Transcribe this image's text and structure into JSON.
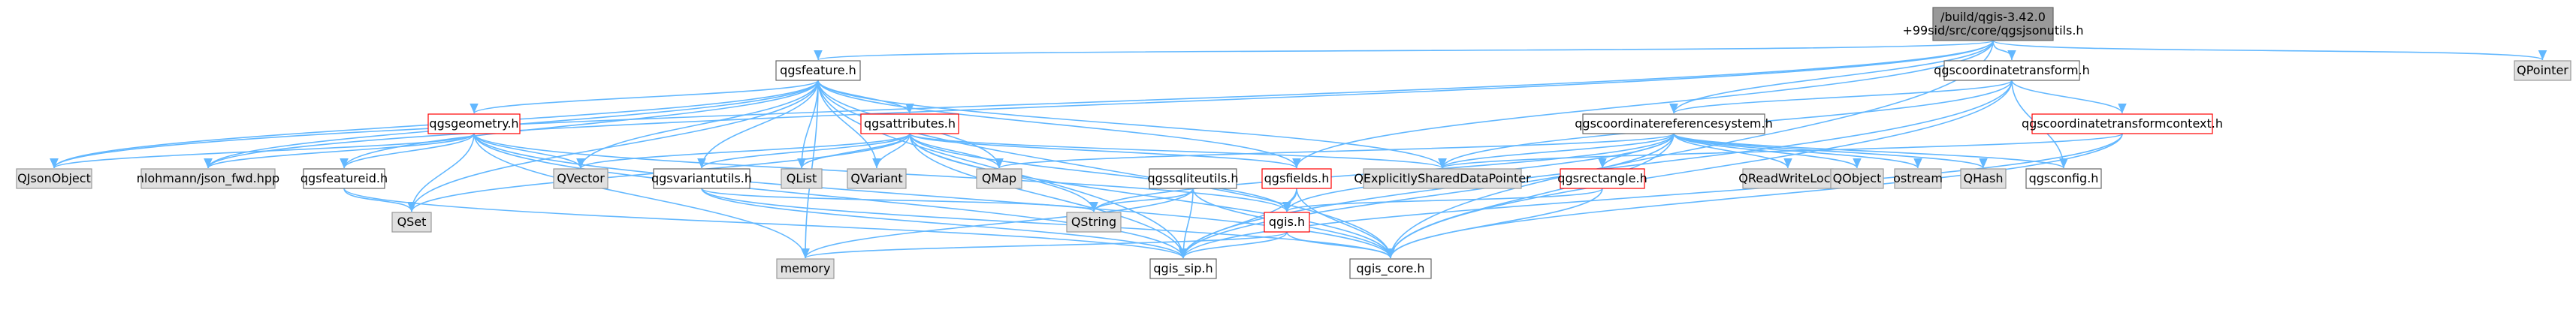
{
  "colors": {
    "edge": "#63b8ff",
    "root_fill": "#999999",
    "root_border": "#666666",
    "doc_fill": "#ffffff",
    "doc_border": "#666666",
    "red_border": "#ff0000",
    "ext_fill": "#e0e0e0",
    "ext_border": "#999999"
  },
  "nodes": [
    {
      "id": "root",
      "kind": "root",
      "lines": [
        "/build/qgis-3.42.0",
        "+99sid/src/core/qgsjsonutils.h"
      ]
    },
    {
      "id": "qgsfeature",
      "kind": "doc",
      "lines": [
        "qgsfeature.h"
      ]
    },
    {
      "id": "qgscoordinatetransform",
      "kind": "doc",
      "lines": [
        "qgscoordinatetransform.h"
      ]
    },
    {
      "id": "qpointer",
      "kind": "ext",
      "lines": [
        "QPointer"
      ]
    },
    {
      "id": "qgsgeometry",
      "kind": "red",
      "lines": [
        "qgsgeometry.h"
      ]
    },
    {
      "id": "qgsattributes",
      "kind": "red",
      "lines": [
        "qgsattributes.h"
      ]
    },
    {
      "id": "qgscrs",
      "kind": "doc",
      "lines": [
        "qgscoordinatereferencesystem.h"
      ]
    },
    {
      "id": "qgsctcontext",
      "kind": "red",
      "lines": [
        "qgscoordinatetransformcontext.h"
      ]
    },
    {
      "id": "qjsonobject",
      "kind": "ext",
      "lines": [
        "QJsonObject"
      ]
    },
    {
      "id": "nlohmann",
      "kind": "ext",
      "lines": [
        "nlohmann/json_fwd.hpp"
      ]
    },
    {
      "id": "qgsfeatureid",
      "kind": "doc",
      "lines": [
        "qgsfeatureid.h"
      ]
    },
    {
      "id": "qvector",
      "kind": "ext",
      "lines": [
        "QVector"
      ]
    },
    {
      "id": "qgsvariantutils",
      "kind": "doc",
      "lines": [
        "qgsvariantutils.h"
      ]
    },
    {
      "id": "qlist",
      "kind": "ext",
      "lines": [
        "QList"
      ]
    },
    {
      "id": "qvariant",
      "kind": "ext",
      "lines": [
        "QVariant"
      ]
    },
    {
      "id": "qmap",
      "kind": "ext",
      "lines": [
        "QMap"
      ]
    },
    {
      "id": "qgssqliteutils",
      "kind": "doc",
      "lines": [
        "qgssqliteutils.h"
      ]
    },
    {
      "id": "qgsfields",
      "kind": "red",
      "lines": [
        "qgsfields.h"
      ]
    },
    {
      "id": "qexplicit",
      "kind": "ext",
      "lines": [
        "QExplicitlySharedDataPointer"
      ]
    },
    {
      "id": "qgsrectangle",
      "kind": "red",
      "lines": [
        "qgsrectangle.h"
      ]
    },
    {
      "id": "qreadwritelock",
      "kind": "ext",
      "lines": [
        "QReadWriteLock"
      ]
    },
    {
      "id": "qobject",
      "kind": "ext",
      "lines": [
        "QObject"
      ]
    },
    {
      "id": "ostream",
      "kind": "ext",
      "lines": [
        "ostream"
      ]
    },
    {
      "id": "qhash",
      "kind": "ext",
      "lines": [
        "QHash"
      ]
    },
    {
      "id": "qgsconfig",
      "kind": "doc",
      "lines": [
        "qgsconfig.h"
      ]
    },
    {
      "id": "qset",
      "kind": "ext",
      "lines": [
        "QSet"
      ]
    },
    {
      "id": "qstring",
      "kind": "ext",
      "lines": [
        "QString"
      ]
    },
    {
      "id": "qgis",
      "kind": "red",
      "lines": [
        "qgis.h"
      ]
    },
    {
      "id": "memory",
      "kind": "ext",
      "lines": [
        "memory"
      ]
    },
    {
      "id": "qgis_sip",
      "kind": "doc",
      "lines": [
        "qgis_sip.h"
      ]
    },
    {
      "id": "qgis_core",
      "kind": "doc",
      "lines": [
        "qgis_core.h"
      ]
    }
  ],
  "edges": [
    [
      "root",
      "qgsfeature"
    ],
    [
      "root",
      "qgscoordinatetransform"
    ],
    [
      "root",
      "qpointer"
    ],
    [
      "root",
      "qjsonobject"
    ],
    [
      "root",
      "nlohmann"
    ],
    [
      "root",
      "qgscrs"
    ],
    [
      "root",
      "qgsfields"
    ],
    [
      "root",
      "qgis_core"
    ],
    [
      "qgsfeature",
      "qgsgeometry"
    ],
    [
      "qgsfeature",
      "qgsattributes"
    ],
    [
      "qgsfeature",
      "qjsonobject"
    ],
    [
      "qgsfeature",
      "nlohmann"
    ],
    [
      "qgsfeature",
      "qgsfeatureid"
    ],
    [
      "qgsfeature",
      "qvector"
    ],
    [
      "qgsfeature",
      "qgsvariantutils"
    ],
    [
      "qgsfeature",
      "qlist"
    ],
    [
      "qgsfeature",
      "qvariant"
    ],
    [
      "qgsfeature",
      "qmap"
    ],
    [
      "qgsfeature",
      "qgsfields"
    ],
    [
      "qgsfeature",
      "qexplicit"
    ],
    [
      "qgsfeature",
      "qset"
    ],
    [
      "qgsfeature",
      "memory"
    ],
    [
      "qgsfeature",
      "qgis_sip"
    ],
    [
      "qgsfeature",
      "qgis_core"
    ],
    [
      "qgsgeometry",
      "qjsonobject"
    ],
    [
      "qgsgeometry",
      "nlohmann"
    ],
    [
      "qgsgeometry",
      "qgsfeatureid"
    ],
    [
      "qgsgeometry",
      "qvector"
    ],
    [
      "qgsgeometry",
      "qset"
    ],
    [
      "qgsgeometry",
      "qgis"
    ],
    [
      "qgsgeometry",
      "memory"
    ],
    [
      "qgsgeometry",
      "qgis_sip"
    ],
    [
      "qgsgeometry",
      "qgis_core"
    ],
    [
      "qgsattributes",
      "qvector"
    ],
    [
      "qgsattributes",
      "qgsvariantutils"
    ],
    [
      "qgsattributes",
      "qlist"
    ],
    [
      "qgsattributes",
      "qvariant"
    ],
    [
      "qgsattributes",
      "qmap"
    ],
    [
      "qgsattributes",
      "qgsfields"
    ],
    [
      "qgsattributes",
      "qexplicit"
    ],
    [
      "qgsattributes",
      "qset"
    ],
    [
      "qgsattributes",
      "qstring"
    ],
    [
      "qgsattributes",
      "qgis"
    ],
    [
      "qgsattributes",
      "qgis_sip"
    ],
    [
      "qgsattributes",
      "qgis_core"
    ],
    [
      "qgsfeatureid",
      "qset"
    ],
    [
      "qgsfeatureid",
      "qgis_sip"
    ],
    [
      "qgsvariantutils",
      "qstring"
    ],
    [
      "qgsvariantutils",
      "qgis_sip"
    ],
    [
      "qgsvariantutils",
      "qgis_core"
    ],
    [
      "qgscoordinatetransform",
      "qgscrs"
    ],
    [
      "qgscoordinatetransform",
      "qgsctcontext"
    ],
    [
      "qgscoordinatetransform",
      "qexplicit"
    ],
    [
      "qgscoordinatetransform",
      "qgsconfig"
    ],
    [
      "qgscoordinatetransform",
      "qgis_sip"
    ],
    [
      "qgscoordinatetransform",
      "qgis_core"
    ],
    [
      "qgscrs",
      "qmap"
    ],
    [
      "qgscrs",
      "qexplicit"
    ],
    [
      "qgscrs",
      "qgsrectangle"
    ],
    [
      "qgscrs",
      "qreadwritelock"
    ],
    [
      "qgscrs",
      "qobject"
    ],
    [
      "qgscrs",
      "ostream"
    ],
    [
      "qgscrs",
      "qhash"
    ],
    [
      "qgscrs",
      "qgsconfig"
    ],
    [
      "qgscrs",
      "qstring"
    ],
    [
      "qgscrs",
      "qgis"
    ],
    [
      "qgscrs",
      "qgis_sip"
    ],
    [
      "qgscrs",
      "qgis_core"
    ],
    [
      "qgsctcontext",
      "qexplicit"
    ],
    [
      "qgsctcontext",
      "qgis_sip"
    ],
    [
      "qgsctcontext",
      "qgis_core"
    ],
    [
      "qgssqliteutils",
      "qstring"
    ],
    [
      "qgssqliteutils",
      "memory"
    ],
    [
      "qgssqliteutils",
      "qgis_sip"
    ],
    [
      "qgssqliteutils",
      "qgis_core"
    ],
    [
      "qgsfields",
      "qgis"
    ],
    [
      "qgsfields",
      "qgis_sip"
    ],
    [
      "qgsfields",
      "qgis_core"
    ],
    [
      "qgsrectangle",
      "qgis"
    ],
    [
      "qgsrectangle",
      "qgis_core"
    ],
    [
      "qgis",
      "memory"
    ],
    [
      "qgis",
      "qgis_sip"
    ],
    [
      "qgis",
      "qgis_core"
    ]
  ]
}
